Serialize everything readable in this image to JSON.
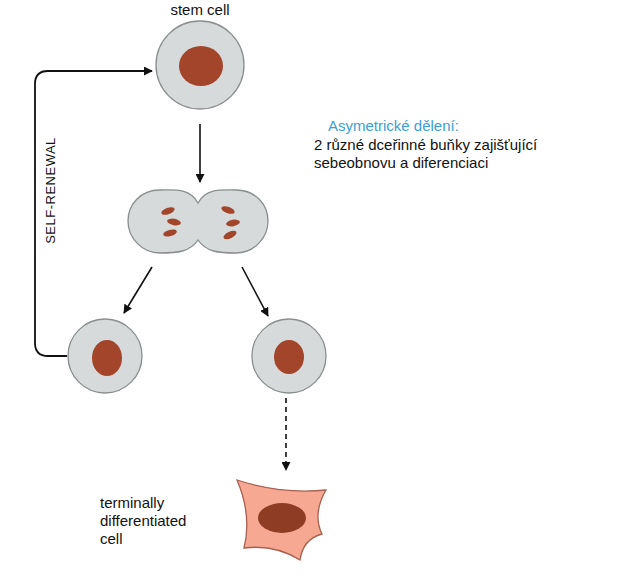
{
  "diagram": {
    "nodes": [
      {
        "text": [
          "stem cell"
        ]
      },
      {
        "text": [
          "terminally differentiated cell"
        ]
      }
    ],
    "labels": [
      "SELF-RENEWAL",
      "Asymetrické dělení:",
      "2 různé dceřinné buňky zajišťující sebeobnovu a diferenciaci"
    ]
  }
}
